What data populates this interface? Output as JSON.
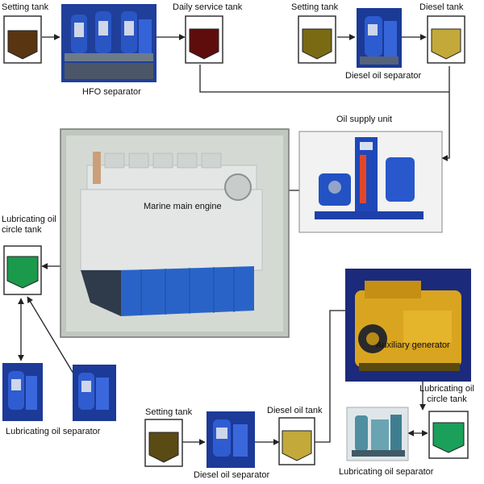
{
  "colors": {
    "hfo": "#5a3512",
    "hfo_daily": "#5e0d0c",
    "diesel_settle": "#7a6a14",
    "diesel": "#c3a93a",
    "lube": "#1a9a4a",
    "separator_blue": "#1f3f9a",
    "engine_bg": "#bfc7be",
    "engine_body": "#e3e6e4",
    "engine_skirt": "#2a63c8",
    "aux_bg": "#1b2a7a",
    "aux_engine": "#d9a520",
    "line": "#222222"
  },
  "labels": {
    "setting_tank_hfo": "Setting tank",
    "daily_service_tank": "Daily service tank",
    "hfo_separator": "HFO separator",
    "setting_tank_diesel_top": "Setting tank",
    "diesel_tank_top": "Diesel tank",
    "diesel_oil_separator_top": "Diesel oil separator",
    "oil_supply_unit": "Oil supply unit",
    "marine_main_engine": "Marine main engine",
    "lubricating_oil_circle_tank_left": "Lubricating oil circle tank",
    "lubricating_oil_separator_left": "Lubricating oil separator",
    "auxiliary_generator": "Auxiliary generator",
    "lubricating_oil_circle_tank_right": "Lubricating oil circle tank",
    "setting_tank_bottom": "Setting tank",
    "diesel_oil_separator_bottom": "Diesel oil separator",
    "diesel_oil_tank_bottom": "Diesel oil tank",
    "lubricating_oil_separator_right": "Lubricating oil separator"
  }
}
